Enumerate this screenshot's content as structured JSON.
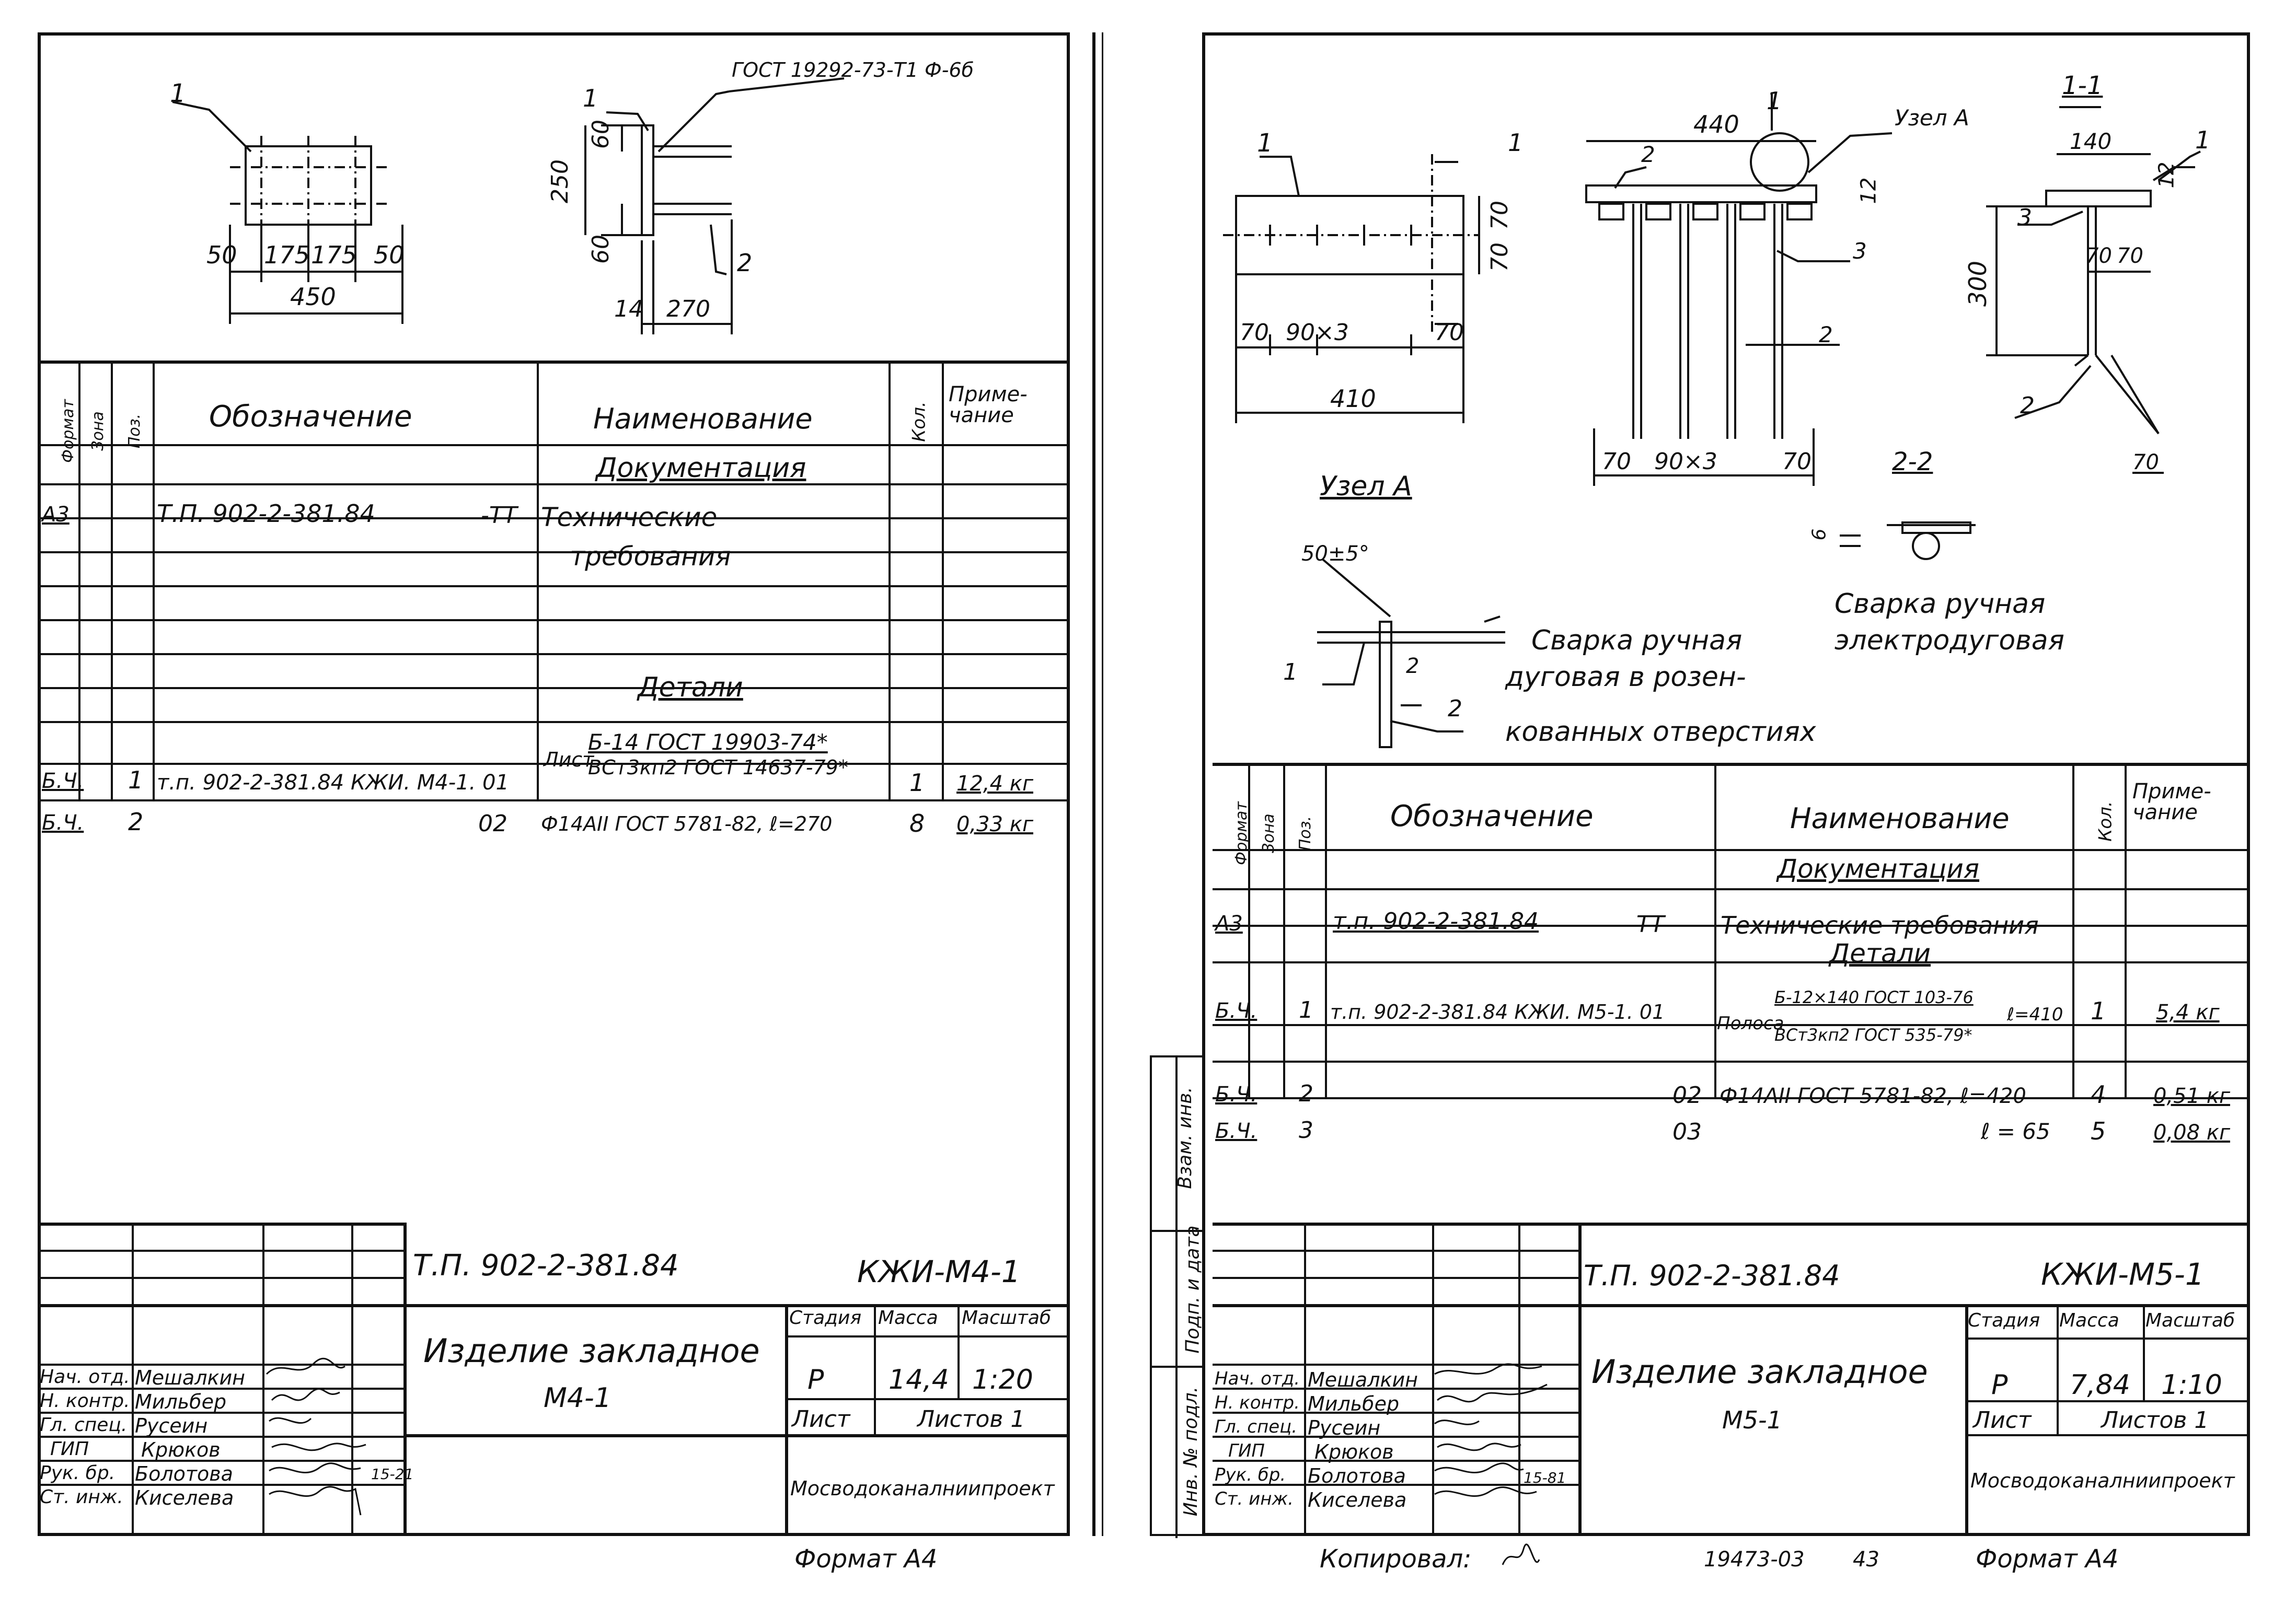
{
  "left": {
    "drawing": {
      "pos_label": "1",
      "gost_note": "ГОСТ 19292-73-Т1 Ф-6б",
      "dims_plan": [
        "50",
        "175",
        "175",
        "50"
      ],
      "dim_total": "450",
      "dims_side": [
        "250",
        "60",
        "60"
      ],
      "dims_side_bottom": [
        "14",
        "270"
      ],
      "pos_1_side": "1",
      "pos_2_side": "2"
    },
    "spec": {
      "headers": {
        "format": "Формат",
        "zone": "Зона",
        "pos": "Поз.",
        "designation": "Обозначение",
        "name": "Наименование",
        "qty": "Кол.",
        "note": "Приме-чание"
      },
      "section_docs": "Документация",
      "doc_row": {
        "format": "А3",
        "designation": "Т.П. 902-2-381.84",
        "suffix": "-ТТ",
        "name_1": "Технические",
        "name_2": "требования"
      },
      "section_details": "Детали",
      "rows": [
        {
          "format": "Б.Ч.",
          "pos": "1",
          "designation": "т.п. 902-2-381.84 КЖИ. М4-1. 01",
          "name_prefix": "Лист",
          "name_1": "Б-14 ГОСТ 19903-74*",
          "name_2": "ВСт3кп2 ГОСТ 14637-79*",
          "qty": "1",
          "note": "12,4 кг"
        },
        {
          "format": "Б.Ч.",
          "pos": "2",
          "designation": "02",
          "name_1": "Ф14АII ГОСТ 5781-82, ℓ=270",
          "qty": "8",
          "note": "0,33 кг"
        }
      ]
    },
    "title_block": {
      "project": "Т.П. 902-2-381.84",
      "code": "КЖИ-М4-1",
      "title_1": "Изделие закладное",
      "title_2": "М4-1",
      "stage_label": "Стадия",
      "mass_label": "Масса",
      "scale_label": "Масштаб",
      "stage": "Р",
      "mass": "14,4",
      "scale": "1:20",
      "sheet_label": "Лист",
      "sheets_label": "Листов 1",
      "org": "Мосводоканалниипроект",
      "roles": [
        "Нач. отд.",
        "Н. контр.",
        "Гл. спец.",
        "ГИП",
        "Рук. бр.",
        "Ст. инж."
      ],
      "names": [
        "Мешалкин",
        "Мильбер",
        "Русеин",
        "Крюков",
        "Болотова",
        "Киселева"
      ],
      "date": "15-21"
    },
    "footer": "Формат А4"
  },
  "right": {
    "drawing": {
      "plan_pos": "1",
      "plan_dims_v": [
        "70",
        "70"
      ],
      "plan_dims_h": [
        "70",
        "90×3",
        "70"
      ],
      "plan_total": "410",
      "elev_total": "440",
      "elev_pos": [
        "1",
        "2",
        "3",
        "2",
        "12"
      ],
      "elev_dims_h": [
        "70",
        "90×3",
        "70"
      ],
      "node_label": "Узел А",
      "section_1": "1-1",
      "sec1_dims": [
        "140",
        "12",
        "300",
        "70",
        "70",
        "70"
      ],
      "sec1_pos": [
        "1",
        "3",
        "2"
      ],
      "section_2": "2-2",
      "sec2_dim": "6",
      "node_title": "Узел А",
      "node_angle": "50±5°",
      "node_pos": [
        "1",
        "2",
        "2"
      ],
      "weld_note_1": [
        "Сварка ручная",
        "дуговая в розен-",
        "кованных отверстиях"
      ],
      "weld_note_2": [
        "Сварка ручная",
        "электродуговая"
      ]
    },
    "spec": {
      "headers": {
        "format": "Формат",
        "zone": "Зона",
        "pos": "Поз.",
        "designation": "Обозначение",
        "name": "Наименование",
        "qty": "Кол.",
        "note": "Приме-чание"
      },
      "section_docs": "Документация",
      "doc_row": {
        "format": "А3",
        "designation": "т.п. 902-2-381.84",
        "suffix": "-ТТ",
        "name": "Технические требования"
      },
      "section_details": "Детали",
      "rows": [
        {
          "format": "Б.Ч.",
          "pos": "1",
          "designation": "т.п. 902-2-381.84 КЖИ. М5-1. 01",
          "name_prefix": "Полоса",
          "name_1": "Б-12×140 ГОСТ 103-76",
          "name_mid": "ℓ=410",
          "name_2": "ВСт3кп2 ГОСТ 535-79*",
          "qty": "1",
          "note": "5,4 кг"
        },
        {
          "format": "Б.Ч.",
          "pos": "2",
          "designation": "02",
          "name_1": "Ф14АII ГОСТ 5781-82, ℓ=420",
          "qty": "4",
          "note": "0,51 кг"
        },
        {
          "format": "Б.Ч.",
          "pos": "3",
          "designation": "03",
          "name_1": "ℓ = 65",
          "qty": "5",
          "note": "0,08 кг"
        }
      ]
    },
    "side_labels": [
      "Взам. инв.",
      "Подп. и дата",
      "Инв. № подл."
    ],
    "title_block": {
      "project": "Т.П. 902-2-381.84",
      "code": "КЖИ-М5-1",
      "title_1": "Изделие закладное",
      "title_2": "М5-1",
      "stage_label": "Стадия",
      "mass_label": "Масса",
      "scale_label": "Масштаб",
      "stage": "Р",
      "mass": "7,84",
      "scale": "1:10",
      "sheet_label": "Лист",
      "sheets_label": "Листов 1",
      "org": "Мосводоканалниипроект",
      "roles": [
        "Нач. отд.",
        "Н. контр.",
        "Гл. спец.",
        "ГИП",
        "Рук. бр.",
        "Ст. инж."
      ],
      "names": [
        "Мешалкин",
        "Мильбер",
        "Русеин",
        "Крюков",
        "Болотова",
        "Киселева"
      ],
      "date": "15-81"
    },
    "footer_copy": "Копировал:",
    "footer_num": "19473-03",
    "footer_page": "43",
    "footer_format": "Формат А4"
  }
}
